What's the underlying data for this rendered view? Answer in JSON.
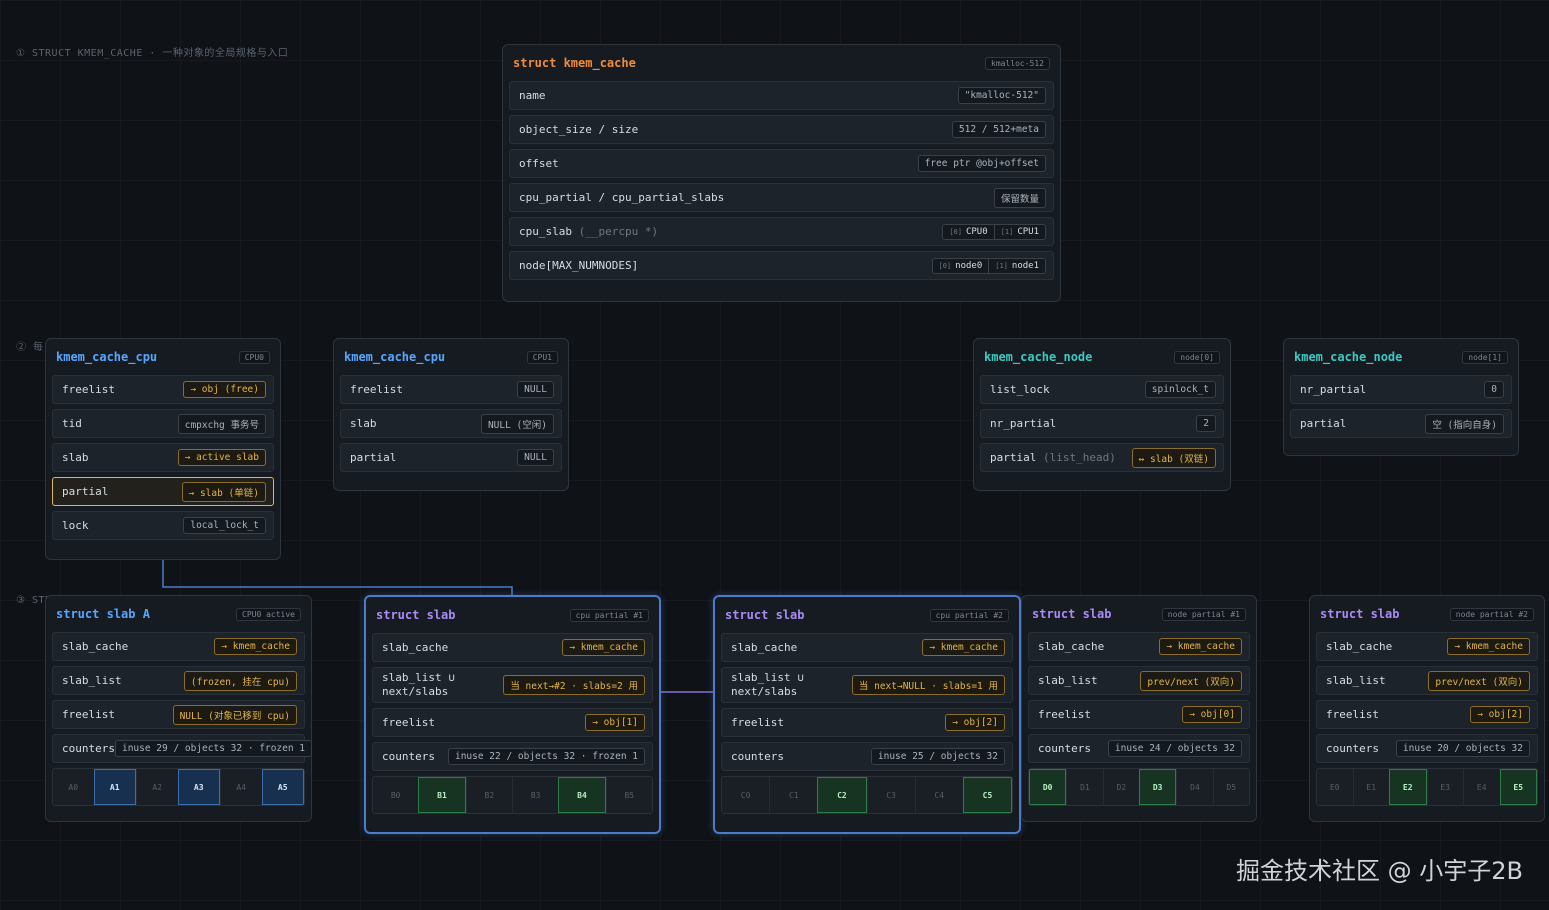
{
  "labels": {
    "sec1": "① STRUCT KMEM_CACHE · 一种对象的全局规格与入口",
    "sec2": "② 每",
    "sec3": "③ STR"
  },
  "kmem_cache": {
    "title": "struct kmem_cache",
    "tag": "kmalloc-512",
    "rows": [
      {
        "name": "name",
        "value": "\"kmalloc-512\""
      },
      {
        "name": "object_size / size",
        "value": "512 / 512+meta"
      },
      {
        "name": "offset",
        "value": "free ptr @obj+offset"
      },
      {
        "name": "cpu_partial / cpu_partial_slabs",
        "value": "保留数量"
      },
      {
        "name": "cpu_slab",
        "sub": "(__percpu *)",
        "c0i": "[0]",
        "c0": "CPU0",
        "c1i": "[1]",
        "c1": "CPU1"
      },
      {
        "name": "node[MAX_NUMNODES]",
        "c0i": "[0]",
        "c0": "node0",
        "c1i": "[1]",
        "c1": "node1"
      }
    ]
  },
  "cpu0": {
    "title": "kmem_cache_cpu",
    "tag": "CPU0",
    "rows": [
      {
        "name": "freelist",
        "value": "→ obj (free)"
      },
      {
        "name": "tid",
        "value": "cmpxchg 事务号"
      },
      {
        "name": "slab",
        "value": "→ active slab"
      },
      {
        "name": "partial",
        "value": "→ slab (单链)"
      },
      {
        "name": "lock",
        "value": "local_lock_t"
      }
    ]
  },
  "cpu1": {
    "title": "kmem_cache_cpu",
    "tag": "CPU1",
    "rows": [
      {
        "name": "freelist",
        "value": "NULL"
      },
      {
        "name": "slab",
        "value": "NULL (空闲)"
      },
      {
        "name": "partial",
        "value": "NULL"
      }
    ]
  },
  "node0": {
    "title": "kmem_cache_node",
    "tag": "node[0]",
    "rows": [
      {
        "name": "list_lock",
        "value": "spinlock_t"
      },
      {
        "name": "nr_partial",
        "value": "2"
      },
      {
        "name": "partial",
        "sub": "(list_head)",
        "value": "↔ slab (双链)"
      }
    ]
  },
  "node1": {
    "title": "kmem_cache_node",
    "tag": "node[1]",
    "rows": [
      {
        "name": "nr_partial",
        "value": "0"
      },
      {
        "name": "partial",
        "value": "空 (指向自身)"
      }
    ]
  },
  "slabA": {
    "title": "struct slab A",
    "tag": "CPU0 active",
    "slab_cache": "→ kmem_cache",
    "slab_list": "(frozen, 挂在 cpu)",
    "freelist": "NULL (对象已移到 cpu)",
    "counters": "inuse 29 / objects 32 · frozen 1",
    "objs": [
      "A0",
      "A1",
      "A2",
      "A3",
      "A4",
      "A5"
    ]
  },
  "slabB": {
    "title": "struct slab",
    "tag": "cpu partial #1",
    "slab_cache": "→ kmem_cache",
    "slab_list": "当 next→#2 · slabs=2 用",
    "freelist": "→ obj[1]",
    "counters": "inuse 22 / objects 32 · frozen 1",
    "objs": [
      "B0",
      "B1",
      "B2",
      "B3",
      "B4",
      "B5"
    ]
  },
  "slabC": {
    "title": "struct slab",
    "tag": "cpu partial #2",
    "slab_cache": "→ kmem_cache",
    "slab_list": "当 next→NULL · slabs=1 用",
    "freelist": "→ obj[2]",
    "counters": "inuse 25 / objects 32",
    "objs": [
      "C0",
      "C1",
      "C2",
      "C3",
      "C4",
      "C5"
    ]
  },
  "slabD": {
    "title": "struct slab",
    "tag": "node partial #1",
    "slab_cache": "→ kmem_cache",
    "slab_list": "prev/next (双向)",
    "freelist": "→ obj[0]",
    "counters": "inuse 24 / objects 32",
    "objs": [
      "D0",
      "D1",
      "D2",
      "D3",
      "D4",
      "D5"
    ]
  },
  "slabE": {
    "title": "struct slab",
    "tag": "node partial #2",
    "slab_cache": "→ kmem_cache",
    "slab_list": "prev/next (双向)",
    "freelist": "→ obj[2]",
    "counters": "inuse 20 / objects 32",
    "objs": [
      "E0",
      "E1",
      "E2",
      "E3",
      "E4",
      "E5"
    ]
  },
  "field_names": {
    "slab_cache": "slab_cache",
    "slab_list": "slab_list",
    "slab_list_u": "slab_list ∪ next/slabs",
    "freelist": "freelist",
    "counters": "counters"
  },
  "watermark": "掘金技术社区 @ 小宇子2B",
  "colors": {
    "orange": "#f08c3c",
    "blue": "#58a6ff",
    "teal": "#3ec9c0",
    "purple": "#a98cf5",
    "highlight": "#e2b54a"
  }
}
